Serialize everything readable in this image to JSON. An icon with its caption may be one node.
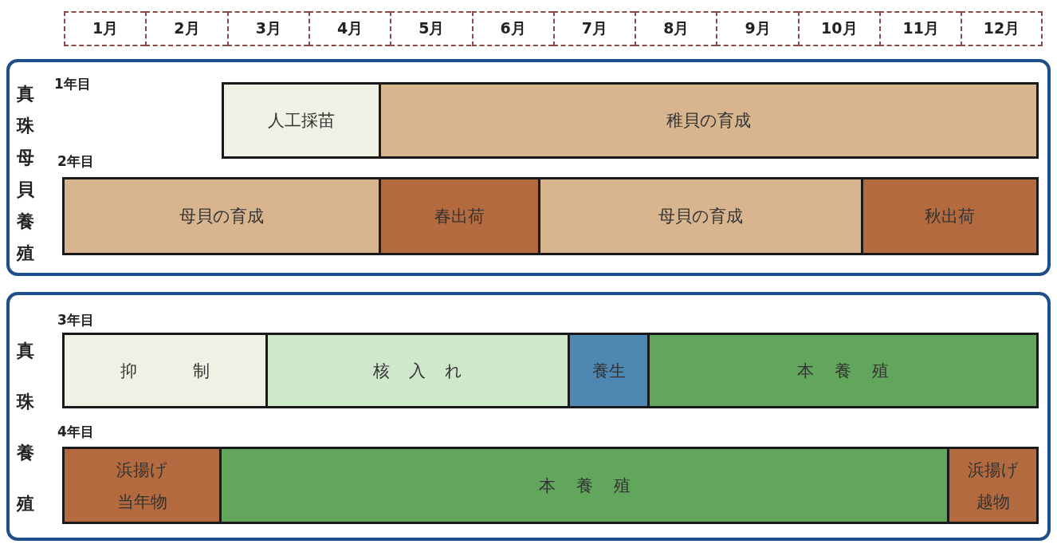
{
  "diagram": {
    "nodes": [
      {
        "text": [
          "1月"
        ]
      },
      {
        "text": [
          "2月"
        ]
      },
      {
        "text": [
          "3月"
        ]
      },
      {
        "text": [
          "4月"
        ]
      },
      {
        "text": [
          "5月"
        ]
      },
      {
        "text": [
          "6月"
        ]
      },
      {
        "text": [
          "7月"
        ]
      },
      {
        "text": [
          "8月"
        ]
      },
      {
        "text": [
          "9月"
        ]
      },
      {
        "text": [
          "10月"
        ]
      },
      {
        "text": [
          "11月"
        ]
      },
      {
        "text": [
          "12月"
        ]
      },
      {
        "text": [
          "真珠母貝養殖",
          "1年目",
          "2年目"
        ]
      },
      {
        "text": [
          "人工採苗"
        ],
        "in": 12
      },
      {
        "text": [
          "稚貝の育成"
        ],
        "in": 12
      },
      {
        "text": [
          "母貝の育成"
        ],
        "in": 12
      },
      {
        "text": [
          "春出荷"
        ],
        "in": 12
      },
      {
        "text": [
          "母貝の育成"
        ],
        "in": 12
      },
      {
        "text": [
          "秋出荷"
        ],
        "in": 12
      },
      {
        "text": [
          "真珠養殖",
          "3年目",
          "4年目"
        ]
      },
      {
        "text": [
          "抑制"
        ],
        "in": 19
      },
      {
        "text": [
          "核入れ"
        ],
        "in": 19
      },
      {
        "text": [
          "養生"
        ],
        "in": 19
      },
      {
        "text": [
          "本養殖"
        ],
        "in": 19
      },
      {
        "text": [
          "浜揚げ",
          "当年物"
        ],
        "in": 19
      },
      {
        "text": [
          "本養殖"
        ],
        "in": 19
      },
      {
        "text": [
          "浜揚げ",
          "越物"
        ],
        "in": 19
      }
    ]
  }
}
